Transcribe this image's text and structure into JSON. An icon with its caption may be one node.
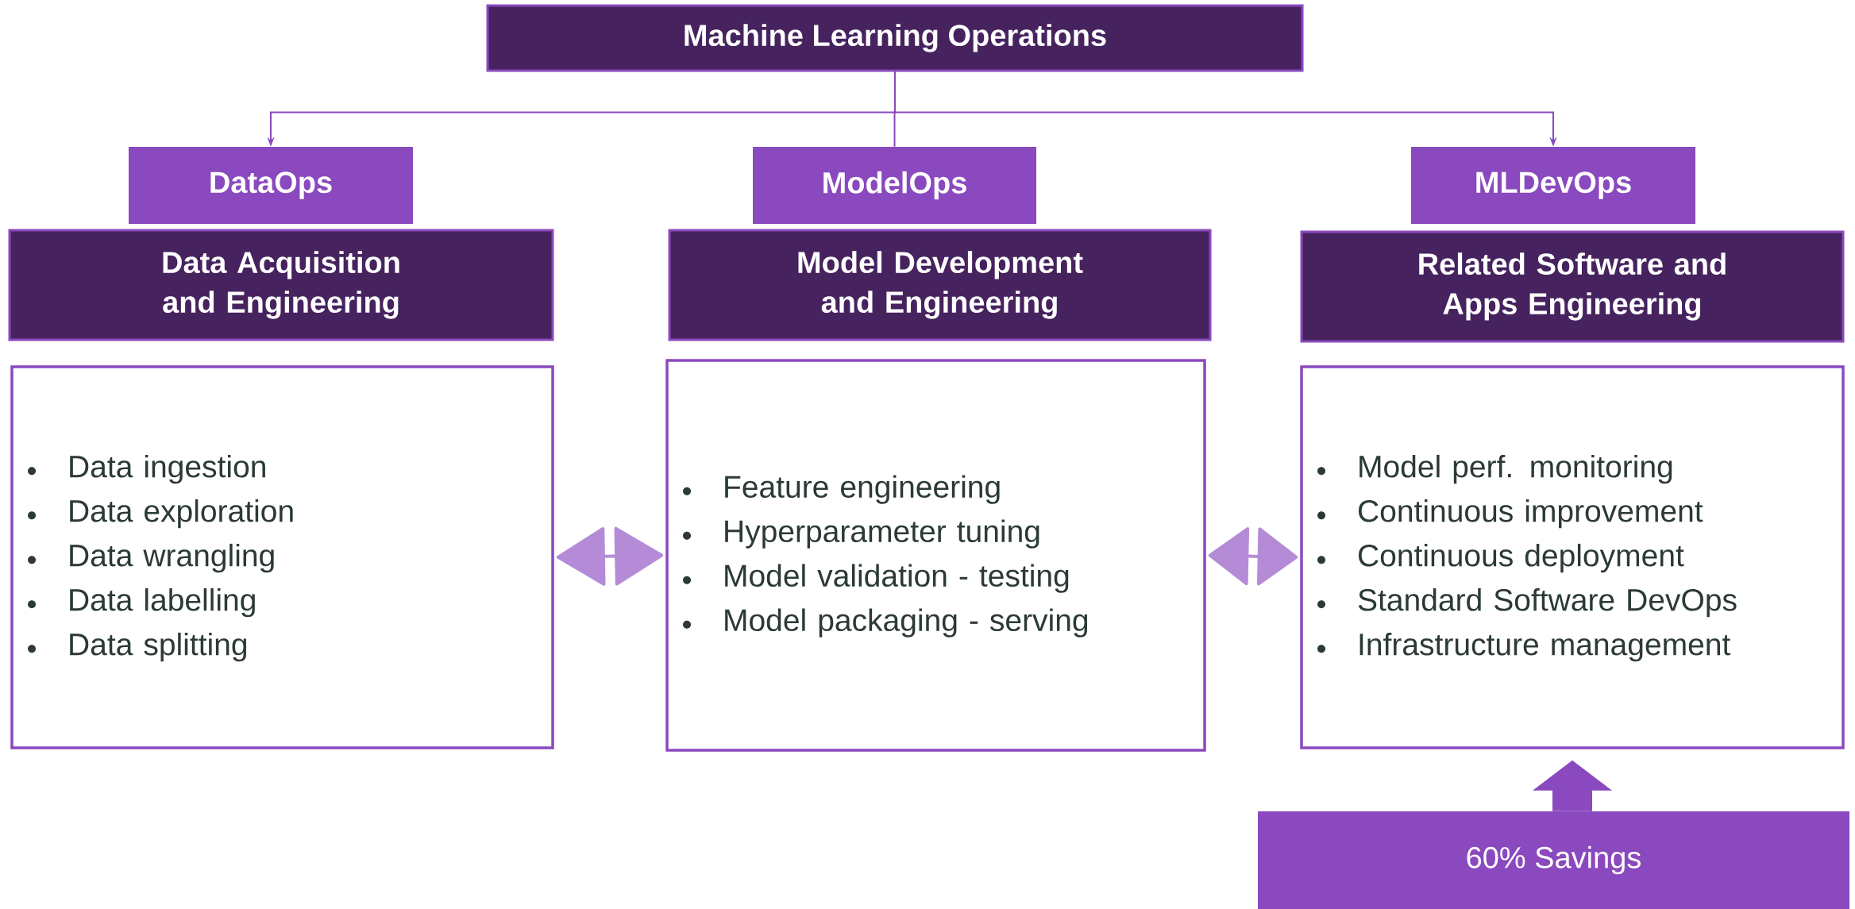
{
  "diagram": {
    "nodes": [
      {
        "text": [
          "Machine Learning Operations"
        ]
      },
      {
        "text": [
          "DataOps"
        ]
      },
      {
        "text": [
          "ModelOps"
        ]
      },
      {
        "text": [
          "MLDevOps"
        ]
      },
      {
        "text": [
          "Data Acquisition and Engineering"
        ]
      },
      {
        "text": [
          "Model Development and Engineering"
        ]
      },
      {
        "text": [
          "Related Software and Apps Engineering"
        ]
      },
      {
        "text": [
          "Data ingestion",
          "Data exploration",
          "Data wrangling",
          "Data labelling",
          "Data splitting"
        ]
      },
      {
        "text": [
          "Feature engineering",
          "Hyperparameter tuning",
          "Model validation - testing",
          "Model packaging - serving"
        ]
      },
      {
        "text": [
          "Model perf. monitoring",
          "Continuous improvement",
          "Continuous deployment",
          "Standard Software DevOps",
          "Infrastructure management"
        ]
      },
      {
        "text": [
          "60% Savings"
        ]
      }
    ],
    "edges": [
      {
        "from": 0,
        "to": 1,
        "arrow": "to"
      },
      {
        "from": 0,
        "to": 2,
        "arrow": "none"
      },
      {
        "from": 0,
        "to": 3,
        "arrow": "to"
      },
      {
        "from": 7,
        "to": 8,
        "arrow": "both",
        "color": "#b58bd7"
      },
      {
        "from": 8,
        "to": 9,
        "arrow": "both",
        "color": "#b58bd7"
      },
      {
        "from": 10,
        "to": 9,
        "arrow": "to",
        "style": "thick"
      }
    ]
  }
}
